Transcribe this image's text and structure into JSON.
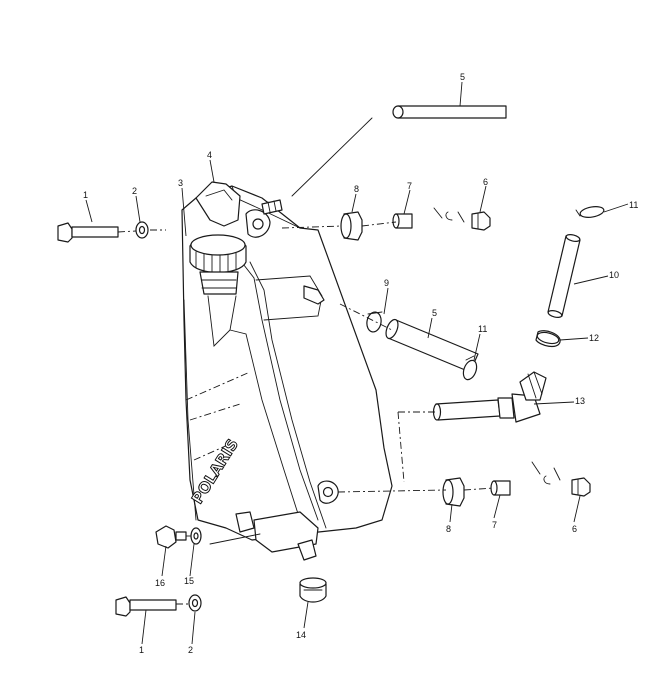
{
  "brand_text": "POLARIS",
  "callouts": [
    "1",
    "2",
    "3",
    "4",
    "5",
    "6",
    "7",
    "8",
    "9",
    "10",
    "11",
    "12",
    "13",
    "14",
    "15",
    "16"
  ]
}
